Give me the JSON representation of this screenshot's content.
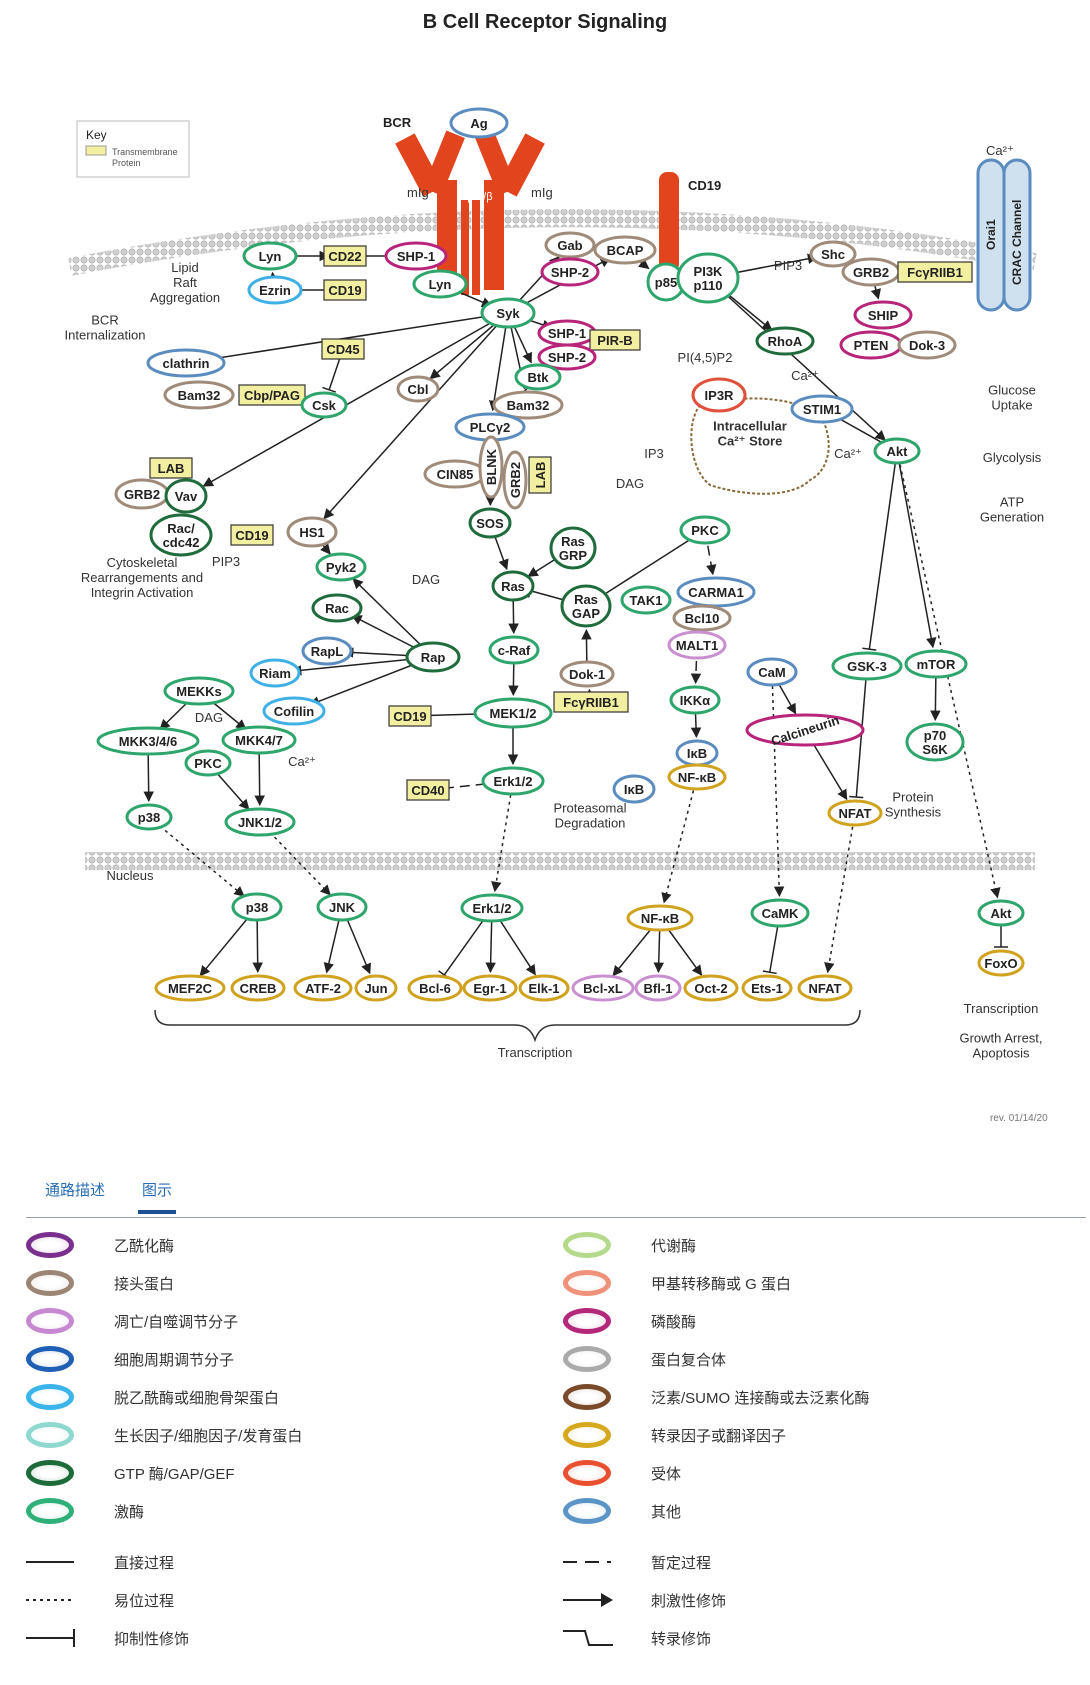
{
  "title": "B Cell Receptor Signaling",
  "key": {
    "title": "Key",
    "transmembrane": "Transmembrane\nProtein",
    "transmembrane_color": "#f3efa0"
  },
  "receptor": {
    "bcr": "BCR",
    "ag": "Ag",
    "mig_left": "mIg",
    "mig_right": "mIg",
    "ab": "α/β α/β",
    "cd19": "CD19",
    "orai1": "Orai1",
    "crac": "CRAC Channel",
    "ca_top": "Ca²⁺"
  },
  "nodes": [
    {
      "id": "lyn1",
      "label": "Lyn",
      "type": "kinase"
    },
    {
      "id": "cd22",
      "label": "CD22",
      "type": "tm"
    },
    {
      "id": "shp1a",
      "label": "SHP-1",
      "type": "phosphatase"
    },
    {
      "id": "ezrin",
      "label": "Ezrin",
      "type": "cytoskeletal"
    },
    {
      "id": "cd19a",
      "label": "CD19",
      "type": "tm"
    },
    {
      "id": "lyn2",
      "label": "Lyn",
      "type": "kinase"
    },
    {
      "id": "gab",
      "label": "Gab",
      "type": "adaptor"
    },
    {
      "id": "bcap",
      "label": "BCAP",
      "type": "adaptor"
    },
    {
      "id": "shp2a",
      "label": "SHP-2",
      "type": "phosphatase"
    },
    {
      "id": "p85",
      "label": "p85",
      "type": "kinase"
    },
    {
      "id": "pi3k",
      "label": "PI3K\np110",
      "type": "kinase"
    },
    {
      "id": "shc",
      "label": "Shc",
      "type": "adaptor"
    },
    {
      "id": "grb2a",
      "label": "GRB2",
      "type": "adaptor"
    },
    {
      "id": "fcr1",
      "label": "FcγRIIB1",
      "type": "tm"
    },
    {
      "id": "ship",
      "label": "SHIP",
      "type": "phosphatase"
    },
    {
      "id": "pten",
      "label": "PTEN",
      "type": "phosphatase"
    },
    {
      "id": "dok3",
      "label": "Dok-3",
      "type": "adaptor"
    },
    {
      "id": "syk",
      "label": "Syk",
      "type": "kinase"
    },
    {
      "id": "cd45",
      "label": "CD45",
      "type": "tm"
    },
    {
      "id": "clathrin",
      "label": "clathrin",
      "type": "other"
    },
    {
      "id": "shp1b",
      "label": "SHP-1",
      "type": "phosphatase"
    },
    {
      "id": "pirb",
      "label": "PIR-B",
      "type": "tm"
    },
    {
      "id": "shp2b",
      "label": "SHP-2",
      "type": "phosphatase"
    },
    {
      "id": "btk",
      "label": "Btk",
      "type": "kinase"
    },
    {
      "id": "rhoa",
      "label": "RhoA",
      "type": "gtpase"
    },
    {
      "id": "bam32a",
      "label": "Bam32",
      "type": "adaptor"
    },
    {
      "id": "cbppag",
      "label": "Cbp/PAG",
      "type": "tm"
    },
    {
      "id": "csk",
      "label": "Csk",
      "type": "kinase"
    },
    {
      "id": "cbl",
      "label": "Cbl",
      "type": "adaptor"
    },
    {
      "id": "bam32b",
      "label": "Bam32",
      "type": "adaptor"
    },
    {
      "id": "ip3r",
      "label": "IP3R",
      "type": "receptor"
    },
    {
      "id": "stim1",
      "label": "STIM1",
      "type": "other"
    },
    {
      "id": "plcg2",
      "label": "PLCγ2",
      "type": "other"
    },
    {
      "id": "akt1",
      "label": "Akt",
      "type": "kinase"
    },
    {
      "id": "lab1",
      "label": "LAB",
      "type": "tm"
    },
    {
      "id": "grb2b",
      "label": "GRB2",
      "type": "adaptor"
    },
    {
      "id": "vav",
      "label": "Vav",
      "type": "gtpase"
    },
    {
      "id": "cin85",
      "label": "CIN85",
      "type": "adaptor"
    },
    {
      "id": "blnk",
      "label": "BLNK",
      "type": "adaptor"
    },
    {
      "id": "grb2c",
      "label": "GRB2",
      "type": "adaptor"
    },
    {
      "id": "lab2",
      "label": "LAB",
      "type": "tm"
    },
    {
      "id": "sos",
      "label": "SOS",
      "type": "gtpase"
    },
    {
      "id": "rasgrp",
      "label": "Ras\nGRP",
      "type": "gtpase"
    },
    {
      "id": "pkc1",
      "label": "PKC",
      "type": "kinase"
    },
    {
      "id": "rac1",
      "label": "Rac/\ncdc42",
      "type": "gtpase"
    },
    {
      "id": "cd19b",
      "label": "CD19",
      "type": "tm"
    },
    {
      "id": "hs1",
      "label": "HS1",
      "type": "adaptor"
    },
    {
      "id": "pyk2",
      "label": "Pyk2",
      "type": "kinase"
    },
    {
      "id": "rac2",
      "label": "Rac",
      "type": "gtpase"
    },
    {
      "id": "ras",
      "label": "Ras",
      "type": "gtpase"
    },
    {
      "id": "rasgap",
      "label": "Ras\nGAP",
      "type": "gtpase"
    },
    {
      "id": "tak1",
      "label": "TAK1",
      "type": "kinase"
    },
    {
      "id": "carma1",
      "label": "CARMA1",
      "type": "other"
    },
    {
      "id": "bcl10",
      "label": "Bcl10",
      "type": "adaptor"
    },
    {
      "id": "malt1",
      "label": "MALT1",
      "type": "apoptosis"
    },
    {
      "id": "rapl",
      "label": "RapL",
      "type": "other"
    },
    {
      "id": "craf",
      "label": "c-Raf",
      "type": "kinase"
    },
    {
      "id": "riam",
      "label": "Riam",
      "type": "cytoskeletal"
    },
    {
      "id": "rap",
      "label": "Rap",
      "type": "gtpase"
    },
    {
      "id": "dok1",
      "label": "Dok-1",
      "type": "adaptor"
    },
    {
      "id": "fcr2",
      "label": "FcγRIIB1",
      "type": "tm"
    },
    {
      "id": "cam",
      "label": "CaM",
      "type": "other"
    },
    {
      "id": "gsk3",
      "label": "GSK-3",
      "type": "kinase"
    },
    {
      "id": "mtor",
      "label": "mTOR",
      "type": "kinase"
    },
    {
      "id": "mekks",
      "label": "MEKKs",
      "type": "kinase"
    },
    {
      "id": "cofilin",
      "label": "Cofilin",
      "type": "cytoskeletal"
    },
    {
      "id": "cd19c",
      "label": "CD19",
      "type": "tm"
    },
    {
      "id": "mek12",
      "label": "MEK1/2",
      "type": "kinase"
    },
    {
      "id": "ikka",
      "label": "IKKα",
      "type": "kinase"
    },
    {
      "id": "calcineurin",
      "label": "Calcineurin",
      "type": "phosphatase"
    },
    {
      "id": "mkk36",
      "label": "MKK3/4/6",
      "type": "kinase"
    },
    {
      "id": "mkk47",
      "label": "MKK4/7",
      "type": "kinase"
    },
    {
      "id": "p70s6k",
      "label": "p70\nS6K",
      "type": "kinase"
    },
    {
      "id": "pkc2",
      "label": "PKC",
      "type": "kinase"
    },
    {
      "id": "ikb1",
      "label": "IκB",
      "type": "other"
    },
    {
      "id": "nfkb1",
      "label": "NF-κB",
      "type": "tf"
    },
    {
      "id": "cd40",
      "label": "CD40",
      "type": "tm"
    },
    {
      "id": "erk1",
      "label": "Erk1/2",
      "type": "kinase"
    },
    {
      "id": "ikb2",
      "label": "IκB",
      "type": "other"
    },
    {
      "id": "nfat1",
      "label": "NFAT",
      "type": "tf"
    },
    {
      "id": "p38a",
      "label": "p38",
      "type": "kinase"
    },
    {
      "id": "jnk12",
      "label": "JNK1/2",
      "type": "kinase"
    },
    {
      "id": "p38b",
      "label": "p38",
      "type": "kinase"
    },
    {
      "id": "jnk",
      "label": "JNK",
      "type": "kinase"
    },
    {
      "id": "erk2",
      "label": "Erk1/2",
      "type": "kinase"
    },
    {
      "id": "nfkb2",
      "label": "NF-κB",
      "type": "tf"
    },
    {
      "id": "camk",
      "label": "CaMK",
      "type": "kinase"
    },
    {
      "id": "akt2",
      "label": "Akt",
      "type": "kinase"
    },
    {
      "id": "foxo",
      "label": "FoxO",
      "type": "tf"
    },
    {
      "id": "mef2c",
      "label": "MEF2C",
      "type": "tf"
    },
    {
      "id": "creb",
      "label": "CREB",
      "type": "tf"
    },
    {
      "id": "atf2",
      "label": "ATF-2",
      "type": "tf"
    },
    {
      "id": "jun",
      "label": "Jun",
      "type": "tf"
    },
    {
      "id": "bcl6",
      "label": "Bcl-6",
      "type": "tf"
    },
    {
      "id": "egr1",
      "label": "Egr-1",
      "type": "tf"
    },
    {
      "id": "elk1",
      "label": "Elk-1",
      "type": "tf"
    },
    {
      "id": "bclxl",
      "label": "Bcl-xL",
      "type": "apoptosis"
    },
    {
      "id": "bfl1",
      "label": "Bfl-1",
      "type": "apoptosis"
    },
    {
      "id": "oct2",
      "label": "Oct-2",
      "type": "tf"
    },
    {
      "id": "ets1",
      "label": "Ets-1",
      "type": "tf"
    },
    {
      "id": "nfat2",
      "label": "NFAT",
      "type": "tf"
    }
  ],
  "labels": {
    "lipid_raft": "Lipid\nRaft\nAggregation",
    "bcr_intern": "BCR\nInternalization",
    "pip3a": "PIP3",
    "pi45p2": "PI(4,5)P2",
    "ca2a": "Ca²⁺",
    "ip3": "IP3",
    "dag1": "DAG",
    "ca2b": "Ca²⁺",
    "store": "Intracellular\nCa²⁺ Store",
    "glucose": "Glucose\nUptake",
    "glycolysis": "Glycolysis",
    "atp": "ATP\nGeneration",
    "pip3b": "PIP3",
    "cyto": "Cytoskeletal\nRearrangements and\nIntegrin Activation",
    "dag2": "DAG",
    "dag3": "DAG",
    "ca2c": "Ca²⁺",
    "proteo": "Proteasomal\nDegradation",
    "protein_syn": "Protein\nSynthesis",
    "nucleus": "Nucleus",
    "transcription": "Transcription",
    "transcription2": "Transcription",
    "growth": "Growth Arrest,\nApoptosis",
    "rev": "rev. 01/14/20"
  },
  "colors": {
    "kinase": "#2ea56b",
    "adaptor": "#a08a7a",
    "phosphatase": "#b8247a",
    "gtpase": "#1f6b3c",
    "other": "#5b8cc0",
    "cytoskeletal": "#3fb0e6",
    "tf": "#d0a21e",
    "apoptosis": "#c98fd0",
    "receptor": "#e0503a",
    "tm_fill": "#f3efa0",
    "bcr_red": "#e2451d",
    "membrane": "#c8c8c8"
  },
  "tabs": [
    {
      "label": "通路描述",
      "active": false
    },
    {
      "label": "图示",
      "active": true
    }
  ],
  "legend": {
    "ovals": [
      {
        "label": "乙酰化酶",
        "color": "#7a2e8e"
      },
      {
        "label": "接头蛋白",
        "color": "#9c8575"
      },
      {
        "label": "凋亡/自噬调节分子",
        "color": "#c788d2"
      },
      {
        "label": "细胞周期调节分子",
        "color": "#1f5fb5"
      },
      {
        "label": "脱乙酰酶或细胞骨架蛋白",
        "color": "#3ab4ea"
      },
      {
        "label": "生长因子/细胞因子/发育蛋白",
        "color": "#8fd8cf"
      },
      {
        "label": "GTP 酶/GAP/GEF",
        "color": "#1e6b3a"
      },
      {
        "label": "激酶",
        "color": "#2fb078"
      },
      {
        "label": "代谢酶",
        "color": "#b5d98a"
      },
      {
        "label": "甲基转移酶或 G 蛋白",
        "color": "#f0927a"
      },
      {
        "label": "磷酸酶",
        "color": "#b3287a"
      },
      {
        "label": "蛋白复合体",
        "color": "#aaaaaa"
      },
      {
        "label": "泛素/SUMO 连接酶或去泛素化酶",
        "color": "#7a4a2a"
      },
      {
        "label": "转录因子或翻译因子",
        "color": "#d6a81e"
      },
      {
        "label": "受体",
        "color": "#e8502f"
      },
      {
        "label": "其他",
        "color": "#5b95c8"
      }
    ],
    "lines": [
      {
        "label": "直接过程",
        "style": "solid"
      },
      {
        "label": "暂定过程",
        "style": "dashed"
      },
      {
        "label": "易位过程",
        "style": "dotted"
      },
      {
        "label": "刺激性修饰",
        "style": "arrow"
      },
      {
        "label": "抑制性修饰",
        "style": "inhibit"
      },
      {
        "label": "转录修饰",
        "style": "transcription"
      }
    ]
  }
}
